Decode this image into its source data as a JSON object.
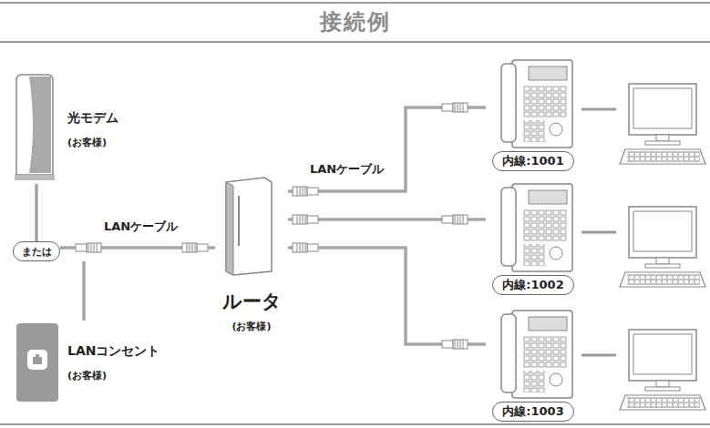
{
  "diagram": {
    "title": "接続例",
    "nodes": [
      {
        "text": [
          "光モデム",
          "(お客様)"
        ]
      },
      {
        "text": [
          "または"
        ]
      },
      {
        "text": [
          "LANコンセント",
          "(お客様)"
        ]
      },
      {
        "text": [
          "ルータ",
          "(お客様)"
        ]
      },
      {
        "text": [
          "内線:1001"
        ]
      },
      {
        "text": [
          "内線:1002"
        ]
      },
      {
        "text": [
          "内線:1003"
        ]
      }
    ],
    "edges": [
      {
        "from": 0,
        "to": 1,
        "arrow": "none"
      },
      {
        "from": 1,
        "to": 2,
        "arrow": "none"
      },
      {
        "from": 1,
        "to": 3,
        "label": "LANケーブル",
        "arrow": "none"
      },
      {
        "from": 3,
        "to": 4,
        "label": "LANケーブル",
        "arrow": "none"
      },
      {
        "from": 3,
        "to": 5,
        "arrow": "none"
      },
      {
        "from": 3,
        "to": 6,
        "arrow": "none"
      }
    ]
  }
}
